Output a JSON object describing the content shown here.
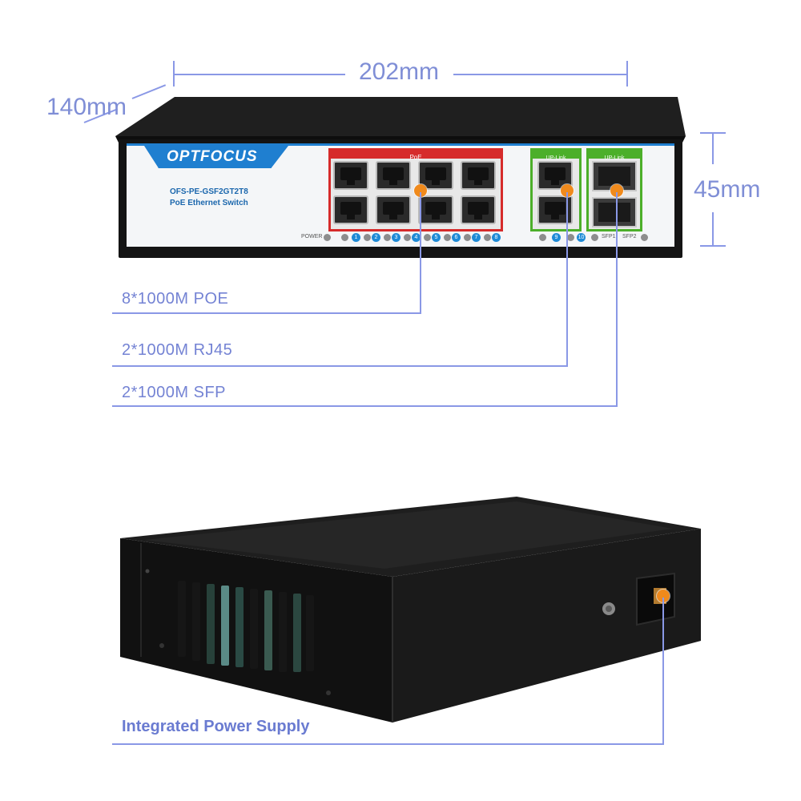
{
  "dimensions": {
    "width_label": "202mm",
    "depth_label": "140mm",
    "height_label": "45mm"
  },
  "device": {
    "brand": "OPTFOCUS",
    "model": "OFS-PE-GSF2GT2T8",
    "description": "PoE Ethernet Switch",
    "poe_group_label": "PoE",
    "uplink_group_label_1": "UP-Link",
    "uplink_group_label_2": "UP-Link",
    "power_label": "POWER",
    "port_numbers": [
      "1",
      "2",
      "3",
      "4",
      "5",
      "6",
      "7",
      "8"
    ],
    "uplink_numbers": [
      "9",
      "10"
    ],
    "sfp_labels": [
      "SFP1",
      "SFP2"
    ]
  },
  "callouts": {
    "poe": "8*1000M POE",
    "rj45": "2*1000M RJ45",
    "sfp": "2*1000M SFP",
    "power_supply": "Integrated Power Supply"
  },
  "colors": {
    "accent_dot": "#f08a1c",
    "callout_line": "#8a98e6",
    "poe_frame": "#d62b2b",
    "uplink_frame": "#4caf2a",
    "brand_blue": "#1f7fd0"
  },
  "icons": {
    "callout_marker": "orange-dot-marker"
  }
}
